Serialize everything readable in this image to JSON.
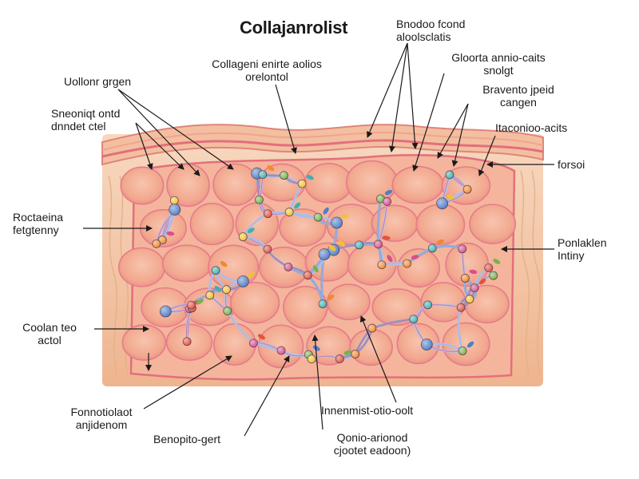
{
  "title": "Collajanrolist",
  "labels": {
    "top_left_a": {
      "line1": "Uollonr grgen",
      "line2": ""
    },
    "top_left_b": {
      "line1": "Sneoniqt ontd",
      "line2": "dnndet ctel"
    },
    "left_mid": {
      "line1": "Roctaeina",
      "line2": "fetgtenny"
    },
    "left_low": {
      "line1": "Coolan teo",
      "line2": "actol"
    },
    "bottom_left": {
      "line1": "Fonnotiolaot",
      "line2": "anjidenom"
    },
    "bottom_mid_left": {
      "line1": "Benopito-gert",
      "line2": ""
    },
    "top_center": {
      "line1": "Collageni enirte aolios",
      "line2": "orelontol"
    },
    "top_right_a": {
      "line1": "Bnodoo fcond",
      "line2": "aloolsclatis"
    },
    "top_right_b": {
      "line1": "Gloorta annio-caits",
      "line2": "snolgt"
    },
    "top_right_c": {
      "line1": "Bravento jpeid",
      "line2": "cangen"
    },
    "right_a": {
      "line1": "Itaconioo-acits",
      "line2": ""
    },
    "right_b": {
      "line1": "forsoi",
      "line2": ""
    },
    "right_c": {
      "line1": "Ponlaklen",
      "line2": "Intiny"
    },
    "bottom_center": {
      "line1": "Innenmist-otio-oolt",
      "line2": ""
    },
    "bottom_right": {
      "line1": "Qonio-arionod",
      "line2": "cjootet eadoon)"
    }
  },
  "colors": {
    "tissue_outer": "#f3c6a3",
    "tissue_cell": "#f2a98f",
    "cell_outline": "#e77b8b",
    "membrane": "#e36f7c",
    "fiber": "#8da7d6",
    "node_blue": "#4f7fc7",
    "node_red": "#e2533f",
    "node_orange": "#f08a2d",
    "node_yellow": "#f2c230",
    "node_green": "#77b34a",
    "node_pink": "#d84f8e",
    "node_teal": "#3db2b0"
  }
}
